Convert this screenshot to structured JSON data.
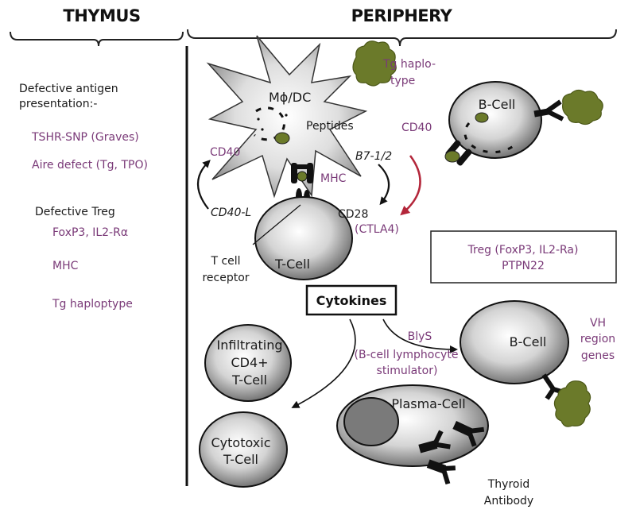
{
  "headers": {
    "thymus": "THYMUS",
    "periphery": "PERIPHERY"
  },
  "thymus": {
    "defective_antigen": [
      "Defective antigen",
      "presentation:-"
    ],
    "tshr": "TSHR-SNP (Graves)",
    "aire": "Aire defect (Tg, TPO)",
    "defective_treg": "Defective Treg",
    "foxp3": "FoxP3, IL2-Rα",
    "mhc": "MHC",
    "tg_haplotype": "Tg haploptype"
  },
  "periphery": {
    "apc_label": "Mϕ/DC",
    "peptides": "Peptides",
    "tg_haplo": [
      "Tg haplo-",
      "type"
    ],
    "cd40_left": "CD40",
    "cd40_right": "CD40",
    "b7": "B7-1/2",
    "mhc": "MHC",
    "cd40l": "CD40-L",
    "cd28": "CD28",
    "ctla4": "(CTLA4)",
    "tcell": "T-Cell",
    "tcr": [
      "T cell",
      "receptor"
    ],
    "bcell_top": "B-Cell",
    "treg_box": [
      "Treg (FoxP3, IL2-Ra)",
      "PTPN22"
    ],
    "cytokines": "Cytokines",
    "blys": [
      "BlyS",
      "(B-cell lymphocyte",
      "stimulator)"
    ],
    "bcell_bottom": "B-Cell",
    "vh": [
      "VH",
      "region",
      "genes"
    ],
    "infiltrating": [
      "Infiltrating",
      "CD4+",
      "T-Cell"
    ],
    "cytotoxic": [
      "Cytotoxic",
      "T-Cell"
    ],
    "plasma": "Plasma-Cell",
    "thyroid_ab": [
      "Thyroid",
      "Antibody"
    ]
  },
  "colors": {
    "purple_text": "#7a3a78",
    "red_arrow": "#b3263a",
    "antigen_green": "#6b7a2a",
    "black": "#111111"
  }
}
